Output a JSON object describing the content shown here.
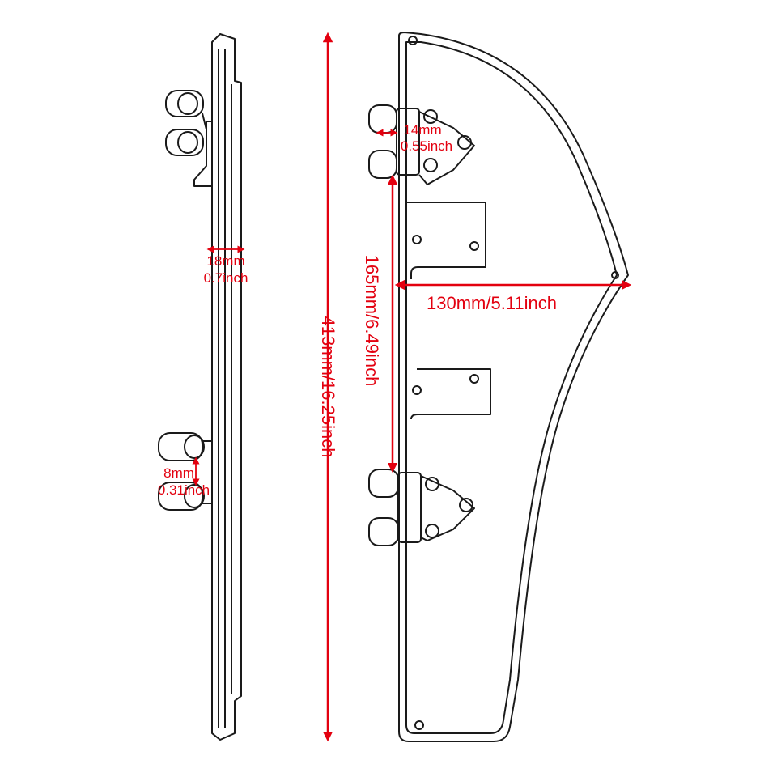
{
  "dimensions": {
    "total_height": "413mm/16.25inch",
    "mount_spacing": "165mm/6.49inch",
    "max_width": "130mm/5.11inch",
    "clamp_width_mm": "14mm",
    "clamp_width_in": "0.55inch",
    "rail_width_mm": "18mm",
    "rail_width_in": "0.7inch",
    "clamp_gap_mm": "8mm",
    "clamp_gap_in": "0.31inch"
  },
  "colors": {
    "annotation": "#e3000f",
    "outline": "#1a1a1a",
    "background": "#ffffff"
  }
}
